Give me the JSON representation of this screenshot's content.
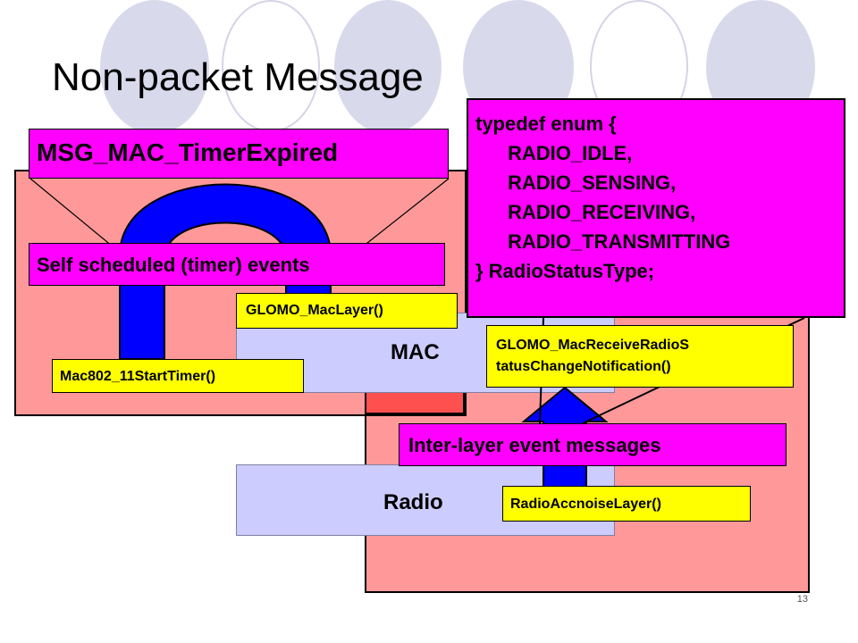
{
  "slide": {
    "title": "Non-packet Message",
    "slide_number": "13"
  },
  "labels": {
    "msg_timer": "MSG_MAC_TimerExpired",
    "self_scheduled": "Self scheduled (timer) events",
    "inter_layer": "Inter-layer event messages",
    "mac_layer": "MAC",
    "radio_layer": "Radio"
  },
  "functions": {
    "glomo_maclayer": "GLOMO_MacLayer()",
    "mac802_start_timer": "Mac802_11StartTimer()",
    "notification_line1": "GLOMO_MacReceiveRadioS",
    "notification_line2": "tatusChangeNotification()",
    "radio_accnoise": "RadioAccnoiseLayer()"
  },
  "typedef_code": {
    "open": "typedef enum {",
    "members": [
      "RADIO_IDLE,",
      "RADIO_SENSING,",
      "RADIO_RECEIVING,",
      "RADIO_TRANSMITTING"
    ],
    "close": "} RadioStatusType;"
  },
  "colors": {
    "panel_pink": "#ff9999",
    "arrow_blue": "#0000ff",
    "label_yellow": "#ffff00",
    "label_magenta": "#ff00ff",
    "layer_lavender": "#ccccff"
  }
}
